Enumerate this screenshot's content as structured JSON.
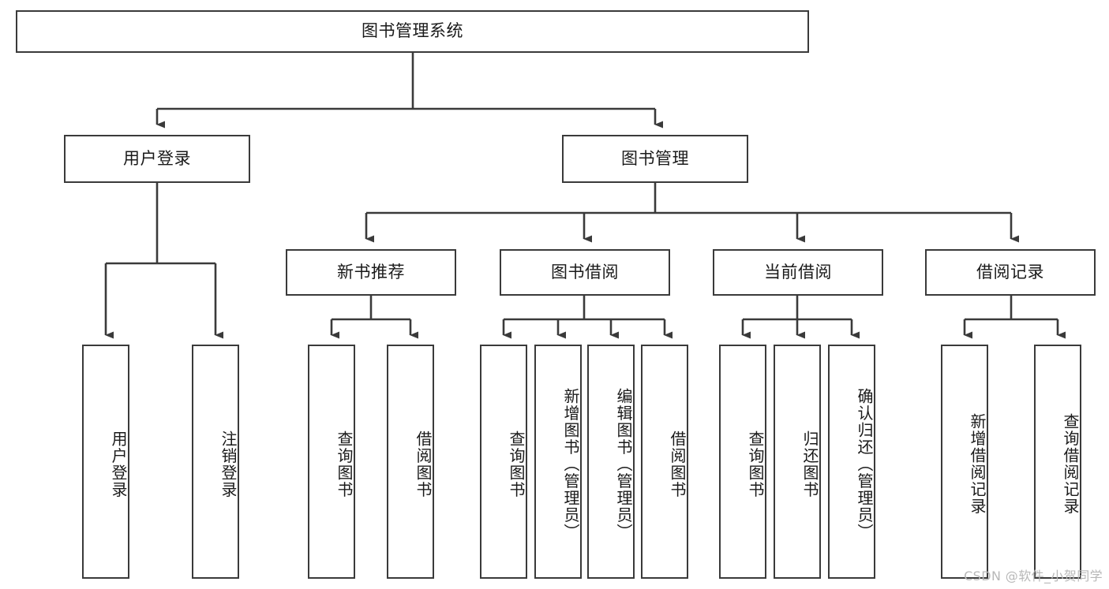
{
  "diagram": {
    "title_node": {
      "label": "图书管理系统"
    },
    "level2": [
      {
        "label": "用户登录"
      },
      {
        "label": "图书管理"
      }
    ],
    "level3": [
      {
        "label": "新书推荐"
      },
      {
        "label": "图书借阅"
      },
      {
        "label": "当前借阅"
      },
      {
        "label": "借阅记录"
      }
    ],
    "leaves": {
      "user_login": [
        {
          "label": "用户登录"
        },
        {
          "label": "注销登录"
        }
      ],
      "new_book_recommend": [
        {
          "label": "查询图书"
        },
        {
          "label": "借阅图书"
        }
      ],
      "book_borrow": [
        {
          "label": "查询图书"
        },
        {
          "label": "新增图书（管理员）"
        },
        {
          "label": "编辑图书（管理员）"
        },
        {
          "label": "借阅图书"
        }
      ],
      "current_borrow": [
        {
          "label": "查询图书"
        },
        {
          "label": "归还图书"
        },
        {
          "label": "确认归还（管理员）"
        }
      ],
      "borrow_record": [
        {
          "label": "新增借阅记录"
        },
        {
          "label": "查询借阅记录"
        }
      ]
    }
  },
  "watermark": {
    "text": "CSDN @软件_小贺同学"
  },
  "colors": {
    "stroke": "#3a3a3a",
    "background": "#ffffff",
    "text": "#1a1a1a",
    "watermark": "#b8b8b8"
  }
}
